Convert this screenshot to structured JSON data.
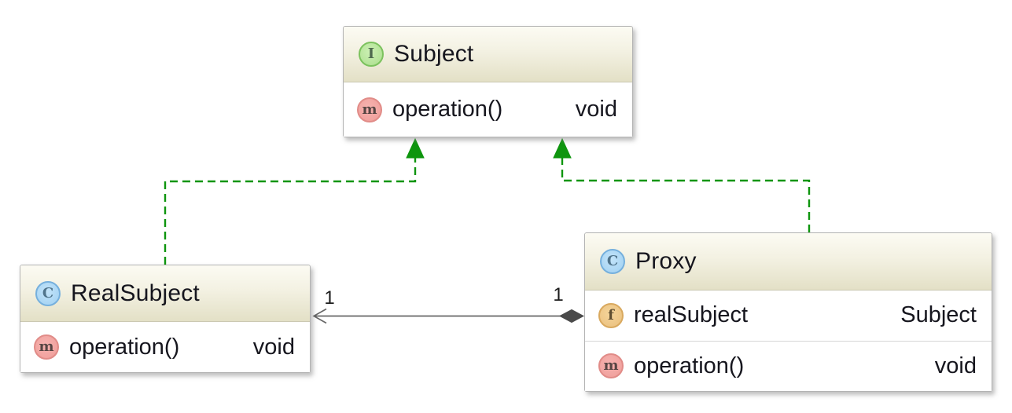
{
  "diagram": {
    "kind": "uml-class-diagram",
    "classes": [
      {
        "name": "Subject",
        "stereotype": "interface",
        "badge_letter": "I",
        "members": [
          {
            "badge_letter": "m",
            "kind": "method",
            "name": "operation()",
            "type": "void"
          }
        ]
      },
      {
        "name": "RealSubject",
        "stereotype": "class",
        "badge_letter": "C",
        "members": [
          {
            "badge_letter": "m",
            "kind": "method",
            "name": "operation()",
            "type": "void"
          }
        ]
      },
      {
        "name": "Proxy",
        "stereotype": "class",
        "badge_letter": "C",
        "members": [
          {
            "badge_letter": "f",
            "kind": "field",
            "name": "realSubject",
            "type": "Subject"
          },
          {
            "badge_letter": "m",
            "kind": "method",
            "name": "operation()",
            "type": "void"
          }
        ]
      }
    ],
    "edges": {
      "realization_realsubject": {
        "from": "RealSubject",
        "to": "Subject",
        "style": "dashed-green-triangle"
      },
      "realization_proxy": {
        "from": "Proxy",
        "to": "Subject",
        "style": "dashed-green-triangle"
      },
      "association": {
        "from": "Proxy",
        "to": "RealSubject",
        "source_decoration": "filled-diamond",
        "target_decoration": "open-arrow",
        "source_multiplicity": "1",
        "target_multiplicity": "1"
      }
    },
    "colors": {
      "realization_edge": "#0e950e",
      "association_edge": "#4d4d4d",
      "diamond_fill": "#4a4a4a",
      "header_gradient_top": "#fcfbf3",
      "header_gradient_bottom": "#e3e0c6",
      "box_border": "#b3b3b3",
      "interface_badge": "#aade8c",
      "class_badge": "#9fd0f2",
      "method_badge": "#ef9c98",
      "field_badge": "#eabf7c",
      "text": "#16161e"
    }
  }
}
